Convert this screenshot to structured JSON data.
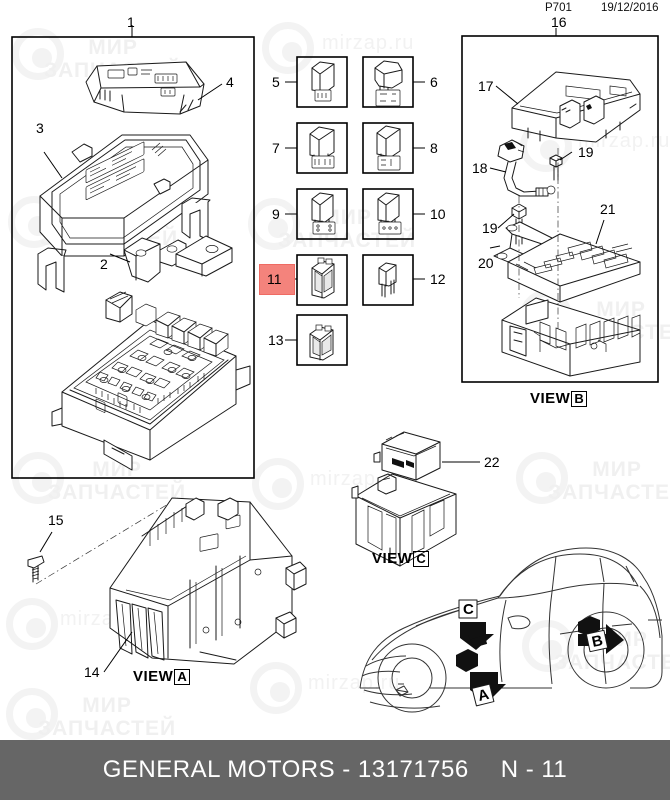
{
  "header": {
    "catalog_code": "P701",
    "date": "19/12/2016"
  },
  "footer": {
    "manufacturer_part": "GENERAL MOTORS - 13171756",
    "page_ref": "N - 11"
  },
  "watermarks": {
    "brand_line1": "МИР",
    "brand_line2": "ЗАПЧАСТЕЙ",
    "site": "mirzap.ru"
  },
  "views": {
    "a": {
      "word": "VIEW",
      "letter": "A"
    },
    "b": {
      "word": "VIEW",
      "letter": "B"
    },
    "c": {
      "word": "VIEW",
      "letter": "C"
    }
  },
  "callouts": {
    "n1": "1",
    "n2": "2",
    "n3": "3",
    "n4": "4",
    "n5": "5",
    "n6": "6",
    "n7": "7",
    "n8": "8",
    "n9": "9",
    "n10": "10",
    "n11": "11",
    "n12": "12",
    "n13": "13",
    "n14": "14",
    "n15": "15",
    "n16": "16",
    "n17": "17",
    "n18": "18",
    "n19a": "19",
    "n19b": "19",
    "n20": "20",
    "n21": "21",
    "n22": "22"
  },
  "car_markers": {
    "a": "A",
    "b": "B",
    "c": "C"
  },
  "selection": {
    "selected_callout": "11",
    "highlight_color": "#f4837c"
  }
}
